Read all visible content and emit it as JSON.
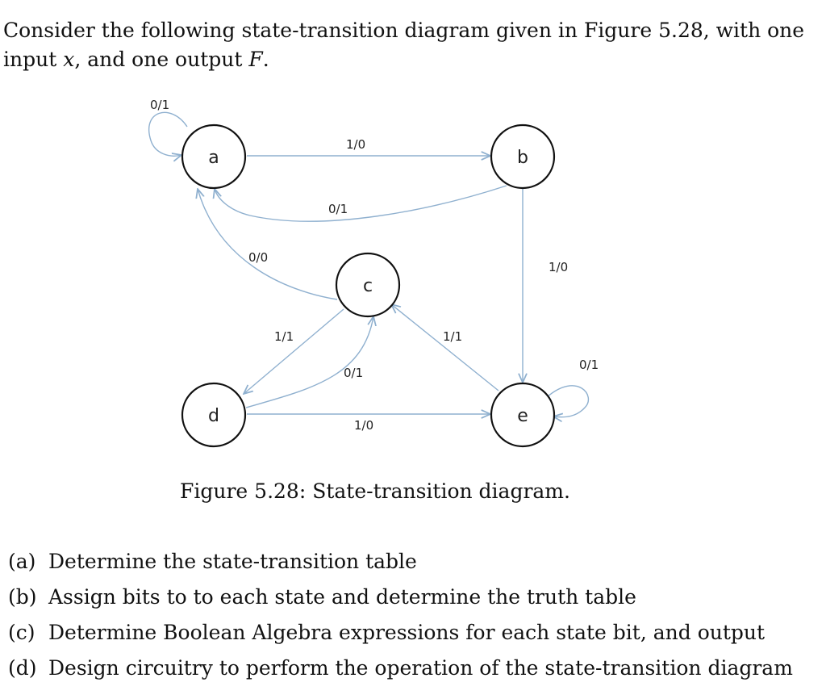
{
  "problem": {
    "intro_prefix": "Consider the following state-transition diagram given in Figure 5.28, with one input ",
    "input_var": "x",
    "intro_middle": ", and one output ",
    "output_var": "F",
    "intro_suffix": "."
  },
  "diagram": {
    "states": [
      {
        "id": "a",
        "label": "a"
      },
      {
        "id": "b",
        "label": "b"
      },
      {
        "id": "c",
        "label": "c"
      },
      {
        "id": "d",
        "label": "d"
      },
      {
        "id": "e",
        "label": "e"
      }
    ],
    "transitions": [
      {
        "from": "a",
        "to": "a",
        "label": "0/1"
      },
      {
        "from": "a",
        "to": "b",
        "label": "1/0"
      },
      {
        "from": "b",
        "to": "a",
        "label": "0/1"
      },
      {
        "from": "b",
        "to": "e",
        "label": "1/0"
      },
      {
        "from": "c",
        "to": "a",
        "label": "0/0"
      },
      {
        "from": "c",
        "to": "d",
        "label": "1/1"
      },
      {
        "from": "e",
        "to": "c",
        "label": "1/1"
      },
      {
        "from": "d",
        "to": "c",
        "label": "0/1"
      },
      {
        "from": "e",
        "to": "e",
        "label": "0/1"
      },
      {
        "from": "d",
        "to": "e",
        "label": "1/0"
      }
    ]
  },
  "caption": "Figure 5.28: State-transition diagram.",
  "parts": [
    {
      "marker": "(a)",
      "text": "Determine the state-transition table"
    },
    {
      "marker": "(b)",
      "text": "Assign bits to to each state and determine the truth table"
    },
    {
      "marker": "(c)",
      "text": "Determine Boolean Algebra expressions for each state bit, and output"
    },
    {
      "marker": "(d)",
      "text": "Design circuitry to perform the operation of the state-transition diagram"
    }
  ],
  "colors": {
    "edge": "#8fb0cf",
    "node_stroke": "#111111"
  }
}
